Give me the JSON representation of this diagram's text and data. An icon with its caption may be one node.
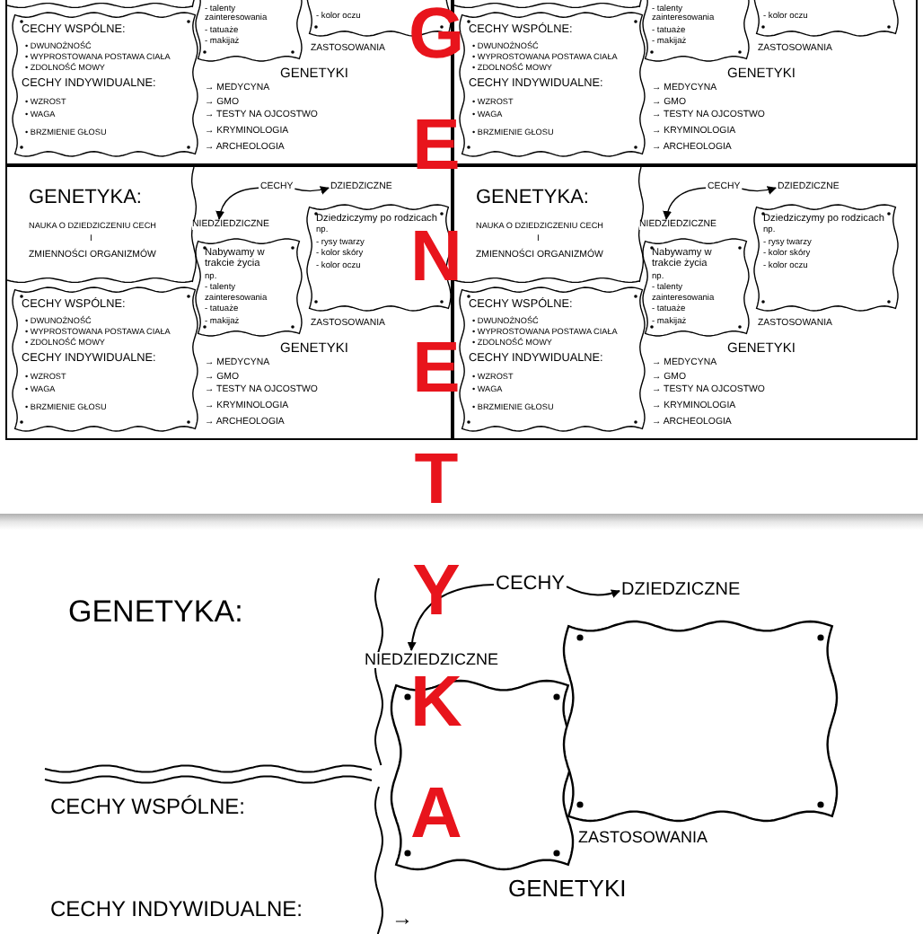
{
  "diagram": {
    "title": "GENETYKA",
    "nodes": [
      {
        "text": [
          "ZASTOSOWANIA",
          "GENETYKI",
          "→ MEDYCYNA",
          "→ GMO",
          "→ TESTY NA OJCOSTWO",
          "→ KRYMINOLOGIA",
          "→ ARCHEOLOGIA"
        ]
      },
      {
        "text": [
          "CECHY WSPÓLNE:",
          "• DWUNOŻNOŚĆ",
          "• WYPROSTOWANA POSTAWA CIAŁA",
          "• ZDOLNOŚĆ MOWY",
          "CECHY INDYWIDUALNE:",
          "• WZROST",
          "• WAGA",
          "• BRZMIENIE GŁOSU"
        ],
        "in": 0
      },
      {
        "text": [
          "- talenty zainteresowania",
          "- tatuaże",
          "- makijaż"
        ],
        "in": 0
      },
      {
        "text": [
          "- kolor oczu"
        ],
        "in": 0
      },
      {
        "text": [
          "ZASTOSOWANIA",
          "GENETYKI",
          "→ MEDYCYNA",
          "→ GMO",
          "→ TESTY NA OJCOSTWO",
          "→ KRYMINOLOGIA",
          "→ ARCHEOLOGIA"
        ]
      },
      {
        "text": [
          "CECHY WSPÓLNE:",
          "• DWUNOŻNOŚĆ",
          "• WYPROSTOWANA POSTAWA CIAŁA",
          "• ZDOLNOŚĆ MOWY",
          "CECHY INDYWIDUALNE:",
          "• WZROST",
          "• WAGA",
          "• BRZMIENIE GŁOSU"
        ],
        "in": 4
      },
      {
        "text": [
          "- talenty zainteresowania",
          "- tatuaże",
          "- makijaż"
        ],
        "in": 4
      },
      {
        "text": [
          "- kolor oczu"
        ],
        "in": 4
      },
      {
        "text": [
          "GENETYKA:",
          "NAUKA O DZIEDZICZENIU CECH",
          "I",
          "ZMIENNOŚCI ORGANIZMÓW",
          "ZASTOSOWANIA",
          "GENETYKI",
          "→ MEDYCYNA",
          "→ GMO",
          "→ TESTY NA OJCOSTWO",
          "→ KRYMINOLOGIA",
          "→ ARCHEOLOGIA"
        ]
      },
      {
        "text": [
          "CECHY"
        ],
        "in": 8
      },
      {
        "text": [
          "DZIEDZICZNE"
        ],
        "in": 8
      },
      {
        "text": [
          "NIEDZIEDZICZNE"
        ],
        "in": 8
      },
      {
        "text": [
          "Nabywamy w trakcie życia",
          "np.",
          "- talenty zainteresowania",
          "- tatuaże",
          "- makijaż"
        ],
        "in": 8
      },
      {
        "text": [
          "Dziedziczymy po rodzicach",
          "np.",
          "- rysy twarzy",
          "- kolor skóry",
          "- kolor oczu"
        ],
        "in": 8
      },
      {
        "text": [
          "CECHY WSPÓLNE:",
          "• DWUNOŻNOŚĆ",
          "• WYPROSTOWANA POSTAWA CIAŁA",
          "• ZDOLNOŚĆ MOWY",
          "CECHY INDYWIDUALNE:",
          "• WZROST",
          "• WAGA",
          "• BRZMIENIE GŁOSU"
        ],
        "in": 8
      },
      {
        "text": [
          "GENETYKA:",
          "NAUKA O DZIEDZICZENIU CECH",
          "I",
          "ZMIENNOŚCI ORGANIZMÓW",
          "ZASTOSOWANIA",
          "GENETYKI",
          "→ MEDYCYNA",
          "→ GMO",
          "→ TESTY NA OJCOSTWO",
          "→ KRYMINOLOGIA",
          "→ ARCHEOLOGIA"
        ]
      },
      {
        "text": [
          "CECHY"
        ],
        "in": 15
      },
      {
        "text": [
          "DZIEDZICZNE"
        ],
        "in": 15
      },
      {
        "text": [
          "NIEDZIEDZICZNE"
        ],
        "in": 15
      },
      {
        "text": [
          "Nabywamy w trakcie życia",
          "np.",
          "- talenty zainteresowania",
          "- tatuaże",
          "- makijaż"
        ],
        "in": 15
      },
      {
        "text": [
          "Dziedziczymy po rodzicach",
          "np.",
          "- rysy twarzy",
          "- kolor skóry",
          "- kolor oczu"
        ],
        "in": 15
      },
      {
        "text": [
          "CECHY WSPÓLNE:",
          "• DWUNOŻNOŚĆ",
          "• WYPROSTOWANA POSTAWA CIAŁA",
          "• ZDOLNOŚĆ MOWY",
          "CECHY INDYWIDUALNE:",
          "• WZROST",
          "• WAGA",
          "• BRZMIENIE GŁOSU"
        ],
        "in": 15
      },
      {
        "text": [
          "CECHY"
        ]
      },
      {
        "text": [
          "DZIEDZICZNE"
        ]
      },
      {
        "text": [
          "NIEDZIEDZICZNE"
        ]
      },
      {
        "text": [],
        "shape": "box"
      },
      {
        "text": [],
        "shape": "box"
      }
    ],
    "edges": [
      {
        "from": 9,
        "to": 10,
        "arrow": "to"
      },
      {
        "from": 9,
        "to": 11,
        "arrow": "to"
      },
      {
        "from": 16,
        "to": 17,
        "arrow": "to"
      },
      {
        "from": 16,
        "to": 18,
        "arrow": "to"
      },
      {
        "from": 22,
        "to": 23,
        "arrow": "to"
      },
      {
        "from": 22,
        "to": 24,
        "arrow": "to"
      }
    ],
    "labels": [
      "GENETYKA:",
      "CECHY WSPÓLNE:",
      "ZASTOSOWANIA",
      "GENETYKI",
      "CECHY INDYWIDUALNE:",
      "→"
    ]
  }
}
